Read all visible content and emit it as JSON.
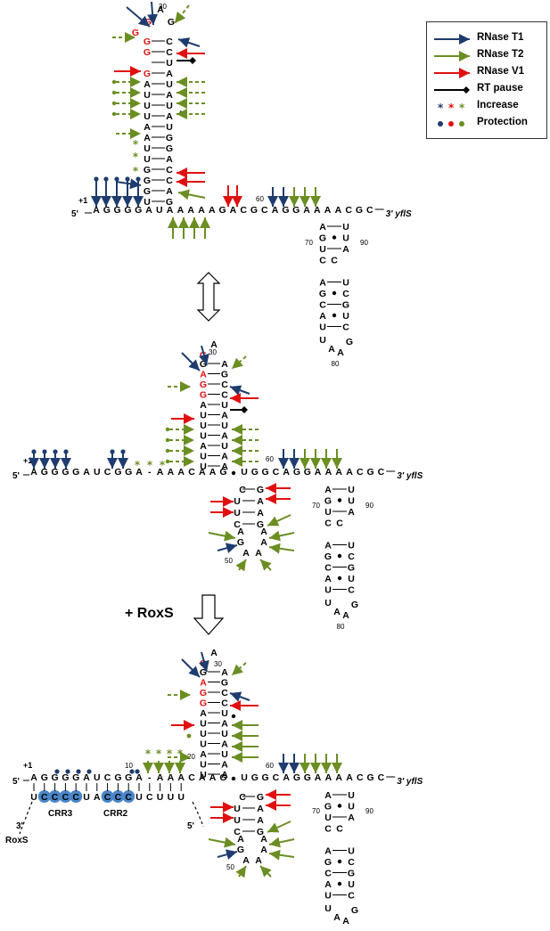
{
  "legend": {
    "items": [
      {
        "label": "RNase T1",
        "color": "#1f3c6e",
        "kind": "arrow"
      },
      {
        "label": "RNase T2",
        "color": "#6b8e23",
        "kind": "arrow"
      },
      {
        "label": "RNase V1",
        "color": "#e01010",
        "kind": "arrow"
      },
      {
        "label": "RT pause",
        "color": "#000000",
        "kind": "pause"
      },
      {
        "label": "Increase",
        "kind": "stars",
        "colors": [
          "#1f3c6e",
          "#e01010",
          "#6b8e23"
        ]
      },
      {
        "label": "Protection",
        "kind": "dots",
        "colors": [
          "#1f3c6e",
          "#e01010",
          "#6b8e23"
        ]
      }
    ]
  },
  "labels": {
    "five_prime": "5'",
    "three_prime_yfls": "3' yflS",
    "plus_one": "+1",
    "roxs_condition": "+ RoxS",
    "roxs_three": "3'",
    "roxs_name": "RoxS",
    "roxs_five": "5'",
    "crr3": "CRR3",
    "crr2": "CRR2"
  },
  "numbers": {
    "n10": "10",
    "n20": "20",
    "n30": "30",
    "n40": "40",
    "n50": "50",
    "n60": "60",
    "n70": "70",
    "n80": "80",
    "n90": "90"
  },
  "panel1": {
    "main_strand": "AGGGGAUAAAAAGACGCAGGAAAACGC",
    "hairpin_left": "GAGGUAAUUAU",
    "hairpin_right": "GCCAUAUAUAG"
  },
  "panel2": {
    "main_strand": "AGGGGAUCGGA AAACAAG UGGCAGGAAAACGC"
  },
  "panel3": {
    "main_strand": "AGGGGAUCGGA AAACAAG UGGCAGGAAAACGC",
    "roxs_strand": "UCCCCUACCCUCUUU"
  },
  "colors": {
    "t1": "#1f3c6e",
    "t2": "#6b8e23",
    "v1": "#e01010",
    "pause": "#000000",
    "gred": "#e01010",
    "crr_highlight": "#4a86c8"
  }
}
